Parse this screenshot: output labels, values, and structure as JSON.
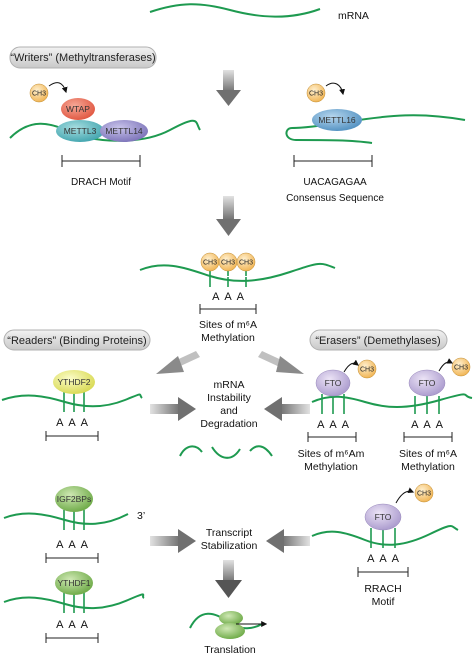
{
  "mrna_label": "mRNA",
  "writers": {
    "header": "“Writers” (Methyltransferases)",
    "ch3": "CH3",
    "wtap": "WTAP",
    "mettl3": "METTL3",
    "mettl14": "METTL14",
    "mettl16": "METTL16",
    "drach": "DRACH Motif",
    "uac_seq": "UACAGAGAA",
    "consensus": "Consensus Sequence"
  },
  "sites": {
    "ch3": "CH3",
    "bases": "A  A  A",
    "label_line1": "Sites of m⁶A",
    "label_line2": "Methylation"
  },
  "readers": {
    "header": "“Readers” (Binding Proteins)",
    "ythdf2": "YTHDF2",
    "igf2bps": "IGF2BPs",
    "ythdf1": "YTHDF1",
    "three_prime": "3’",
    "bases": "A  A  A"
  },
  "erasers": {
    "header": "“Erasers” (Demethylases)",
    "fto": "FTO",
    "ch3": "CH3",
    "m6am_line1": "Sites of m⁶Am",
    "m6am_line2": "Methylation",
    "m6a_line1": "Sites of m⁶A",
    "m6a_line2": "Methylation",
    "rrach_line1": "RRACH",
    "rrach_line2": "Motif",
    "bases": "A  A  A"
  },
  "outcomes": {
    "instability_line1": "mRNA",
    "instability_line2": "Instability",
    "instability_line3": "and",
    "instability_line4": "Degradation",
    "stabilization_line1": "Transcript",
    "stabilization_line2": "Stabilization",
    "translation": "Translation"
  },
  "colors": {
    "rna": "#1e9a50",
    "wtap": "#e86a55",
    "mettl3": "#5ab7bf",
    "mettl14": "#8d86c6",
    "mettl16": "#6aa6cf",
    "ch3": "#f2c46e",
    "ythdf2": "#e6e87a",
    "reader_green": "#8ac060",
    "fto": "#c3b3dc",
    "arrow": "#9a9a9a"
  }
}
